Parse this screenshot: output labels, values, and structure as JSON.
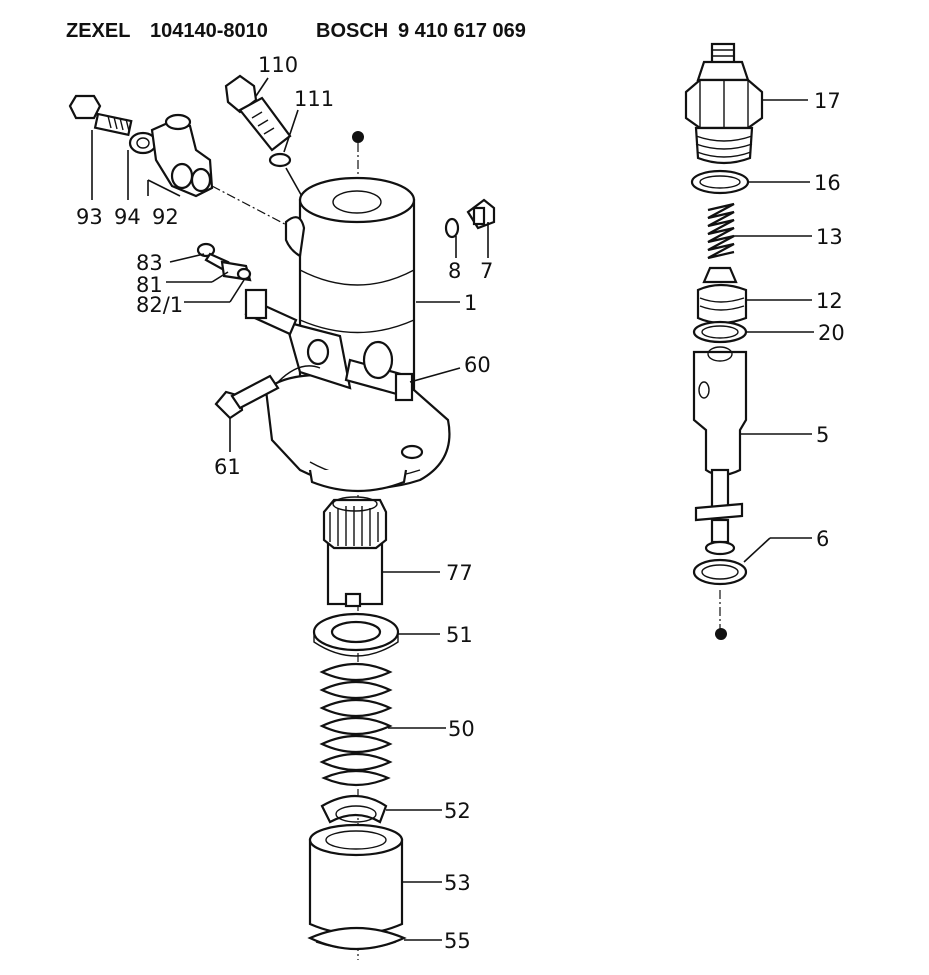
{
  "header": {
    "brand1": "ZEXEL",
    "part1": "104140-8010",
    "brand2": "BOSCH",
    "part2": "9 410 617 069"
  },
  "labels": {
    "l110": "110",
    "l111": "111",
    "l93": "93",
    "l94": "94",
    "l92": "92",
    "l83": "83",
    "l81": "81",
    "l82": "82/1",
    "l8": "8",
    "l7": "7",
    "l1": "1",
    "l60": "60",
    "l61": "61",
    "l77": "77",
    "l51": "51",
    "l50": "50",
    "l52": "52",
    "l53": "53",
    "l55": "55",
    "l17": "17",
    "l16": "16",
    "l13": "13",
    "l12": "12",
    "l20": "20",
    "l5": "5",
    "l6": "6"
  }
}
